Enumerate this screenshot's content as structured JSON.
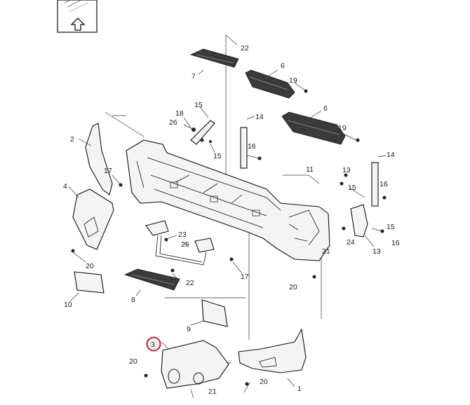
{
  "callouts": {
    "c1": "1",
    "c2": "2",
    "c3": "3",
    "c4": "4",
    "c6a": "6",
    "c6b": "6",
    "c7": "7",
    "c8": "8",
    "c9": "9",
    "c10": "10",
    "c11": "11",
    "c13a": "13",
    "c13b": "13",
    "c14a": "14",
    "c14b": "14",
    "c15a": "15",
    "c15b": "15",
    "c15c": "15",
    "c15d": "15",
    "c16a": "16",
    "c16b": "16",
    "c17a": "17",
    "c17b": "17",
    "c18": "18",
    "c19a": "19",
    "c19b": "19",
    "c20a": "20",
    "c20b": "20",
    "c20c": "20",
    "c20d": "20",
    "c21a": "21",
    "c21b": "21",
    "c22a": "22",
    "c22b": "22",
    "c23": "23",
    "c24": "24",
    "c25": "25",
    "c26": "26"
  },
  "highlight": {
    "part": "3",
    "color": "#c8232c"
  },
  "colors": {
    "line": "#111111",
    "fill": "#f4f4f4",
    "grille": "#3a3a3a"
  }
}
